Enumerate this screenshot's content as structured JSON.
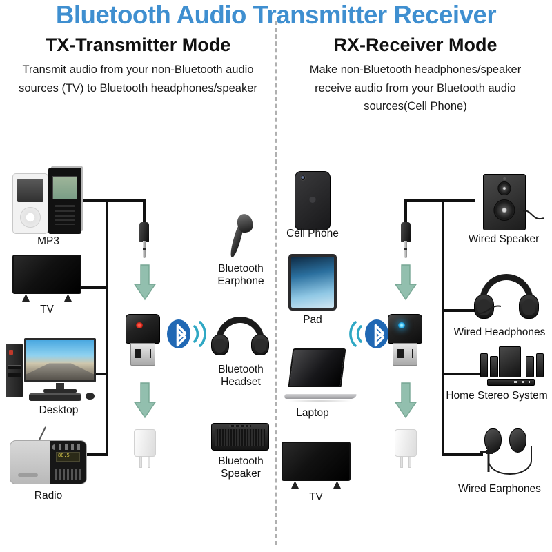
{
  "header": {
    "title": "Bluetooth Audio Transmitter Receiver",
    "title_color": "#3f8fd0"
  },
  "modes": [
    {
      "id": "tx",
      "title": "TX-Transmitter Mode",
      "description": "Transmit audio from your non-Bluetooth audio sources (TV) to Bluetooth headphones/speaker",
      "desc_lines": [
        "Transmit audio from your non-Bluetooth audio",
        "sources (TV) to Bluetooth headphones/speaker"
      ],
      "led_color": "#d02a20",
      "led_name": "red-led",
      "sources": [
        {
          "label": "MP3",
          "icon": "mp3-player-icon"
        },
        {
          "label": "TV",
          "icon": "tv-icon"
        },
        {
          "label": "Desktop",
          "icon": "desktop-computer-icon"
        },
        {
          "label": "Radio",
          "icon": "radio-icon"
        }
      ],
      "outputs": [
        {
          "label": "Bluetooth\nEarphone",
          "icon": "bluetooth-earphone-icon"
        },
        {
          "label": "Bluetooth\nHeadset",
          "icon": "bluetooth-headset-icon"
        },
        {
          "label": "Bluetooth\nSpeaker",
          "icon": "bluetooth-speaker-icon"
        }
      ]
    },
    {
      "id": "rx",
      "title": "RX-Receiver Mode",
      "description": "Make non-Bluetooth headphones/speaker receive audio from your Bluetooth audio sources(Cell Phone)",
      "desc_lines": [
        "Make non-Bluetooth headphones/speaker",
        "receive audio from your Bluetooth audio",
        "sources(Cell Phone)"
      ],
      "led_color": "#23a8e8",
      "led_name": "blue-led",
      "sources": [
        {
          "label": "Cell Phone",
          "icon": "cell-phone-icon"
        },
        {
          "label": "Pad",
          "icon": "tablet-icon"
        },
        {
          "label": "Laptop",
          "icon": "laptop-icon"
        },
        {
          "label": "TV",
          "icon": "tv-icon"
        }
      ],
      "outputs": [
        {
          "label": "Wired Speaker",
          "icon": "wired-speaker-icon"
        },
        {
          "label": "Wired Headphones",
          "icon": "wired-headphones-icon"
        },
        {
          "label": "Home Stereo System",
          "icon": "home-stereo-system-icon"
        },
        {
          "label": "Wired Earphones",
          "icon": "wired-earphones-icon"
        }
      ]
    }
  ],
  "icons": {
    "bluetooth": "bluetooth-icon",
    "signal_waves": "bluetooth-signal-waves-icon",
    "arrow_down": "arrow-down-icon",
    "aux_jack": "aux-3-5mm-jack-icon",
    "usb_dongle": "usb-bluetooth-adapter-icon",
    "usb_charger": "usb-power-adapter-icon"
  },
  "colors": {
    "bluetooth_blue": "#2068b4",
    "signal_teal": "#2fa8c4",
    "arrow_green": "#92bfae",
    "arrow_green_edge": "#76a693",
    "wire": "#111111",
    "divider": "#b0b0b0"
  }
}
